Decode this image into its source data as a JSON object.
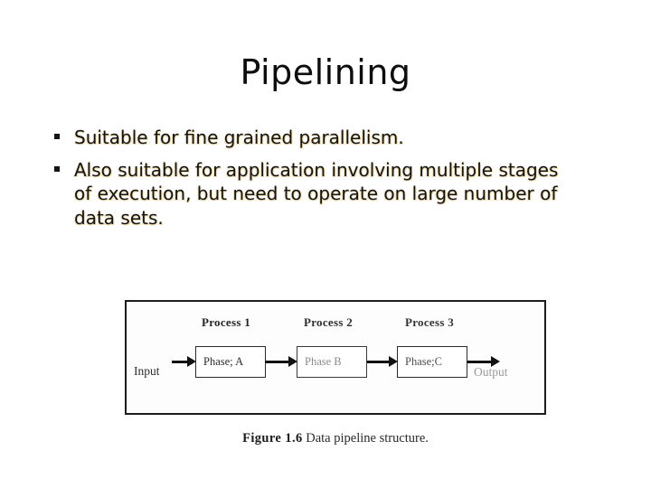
{
  "slide": {
    "title": "Pipelining",
    "bullets": [
      "Suitable for fine grained parallelism.",
      "Also suitable for application involving multiple stages of execution, but need to operate on large number of data sets."
    ]
  },
  "figure": {
    "process_labels": [
      "Process 1",
      "Process 2",
      "Process 3"
    ],
    "phase_labels": [
      "Phase; A",
      "Phase B",
      "Phase;C"
    ],
    "input_label": "Input",
    "output_label": "Output",
    "caption_bold": "Figure 1.6",
    "caption_rest": " Data pipeline structure."
  },
  "colors": {
    "background": "#ffffff",
    "text": "#141414",
    "text_shadow": "#ecd9ab",
    "figure_border": "#1c1c1c",
    "faded_scan_gray": "#8b8b8b"
  }
}
